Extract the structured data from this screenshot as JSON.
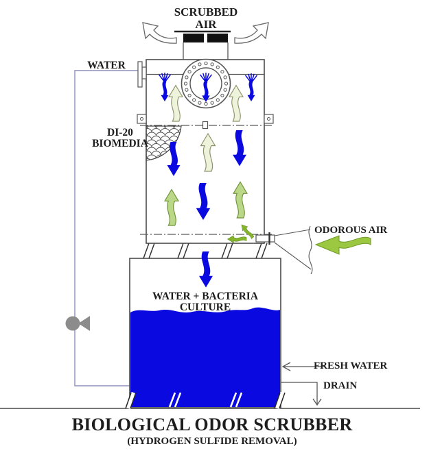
{
  "title": {
    "main": "BIOLOGICAL ODOR SCRUBBER",
    "sub": "(HYDROGEN SULFIDE REMOVAL)"
  },
  "labels": {
    "scrubbed_air_line1": "SCRUBBED",
    "scrubbed_air_line2": "AIR",
    "water_inlet": "WATER",
    "biomedia_line1": "DI-20",
    "biomedia_line2": "BIOMEDIA",
    "odorous_air": "ODOROUS AIR",
    "tank_contents": "WATER + BACTERIA CULTURE",
    "fresh_water": "FRESH WATER",
    "drain": "DRAIN"
  },
  "icons": {
    "pump": "pump-icon",
    "spray_nozzles": "spray-nozzle-icon",
    "manway_flange": "flange-manway-icon"
  },
  "colors": {
    "water-blue": "#0a0ae0",
    "air-cream": "#eef3db",
    "air-cream-stroke": "#90936e",
    "air-light-green": "#bad888",
    "air-light-green-stroke": "#6f9238",
    "air-green": "#84b52c",
    "air-green-stroke": "#5a821c",
    "odorous-green": "#9bc741",
    "odorous-green-stroke": "#6f9a24",
    "pump-gray": "#8c8c8c",
    "pipe-blue": "#8d8dbd",
    "line-gray": "#555555",
    "text-dark": "#1d1d1d"
  }
}
